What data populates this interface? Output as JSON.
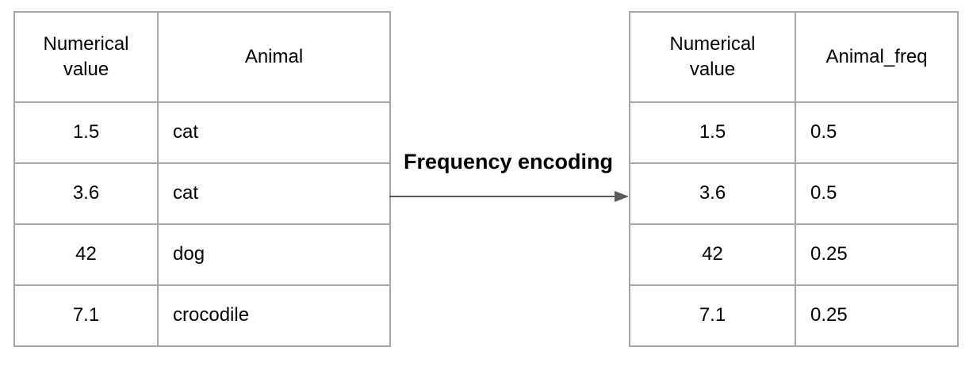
{
  "diagram": {
    "label": "Frequency encoding",
    "arrow_direction": "right",
    "arrow_color": "#595959",
    "border_color": "#a6a6a6",
    "text_color": "#000000",
    "background_color": "#ffffff"
  },
  "left_table": {
    "headers": [
      "Numerical value",
      "Animal"
    ],
    "rows": [
      [
        "1.5",
        "cat"
      ],
      [
        "3.6",
        "cat"
      ],
      [
        "42",
        "dog"
      ],
      [
        "7.1",
        "crocodile"
      ]
    ]
  },
  "right_table": {
    "headers": [
      "Numerical value",
      "Animal_freq"
    ],
    "rows": [
      [
        "1.5",
        "0.5"
      ],
      [
        "3.6",
        "0.5"
      ],
      [
        "42",
        "0.25"
      ],
      [
        "7.1",
        "0.25"
      ]
    ]
  }
}
